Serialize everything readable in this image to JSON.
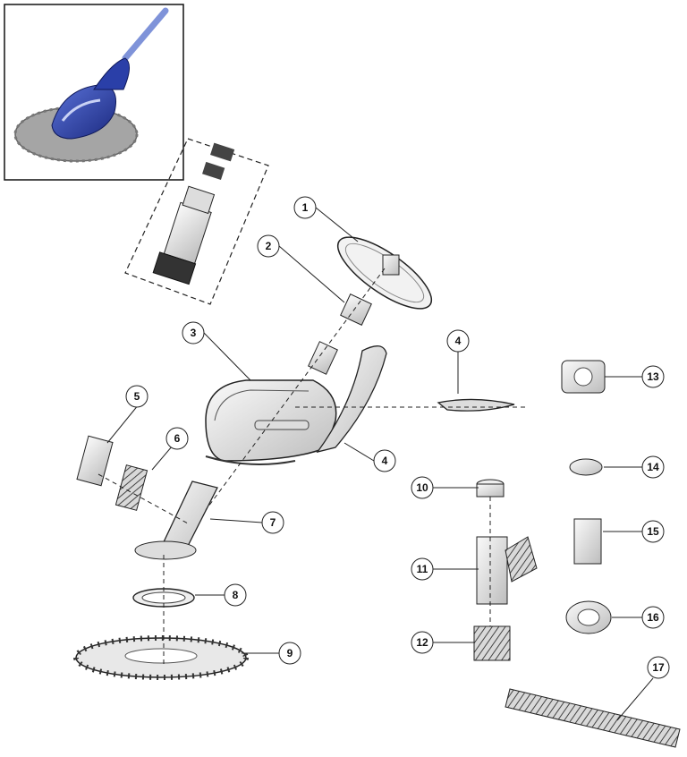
{
  "diagram": {
    "type": "exploded-parts-diagram",
    "subject": "suction pool cleaner",
    "callouts": [
      "1",
      "2",
      "3",
      "4",
      "4",
      "5",
      "6",
      "7",
      "8",
      "9",
      "10",
      "11",
      "12",
      "13",
      "14",
      "15",
      "16",
      "17"
    ],
    "colors": {
      "line": "#222222",
      "part_fill": "#ececec",
      "part_shade": "#bdbdbd",
      "inset_blue": "#2a3fa8",
      "inset_disc": "#9a9a9a"
    },
    "icons": [
      "suction-cleaner-photo"
    ]
  }
}
